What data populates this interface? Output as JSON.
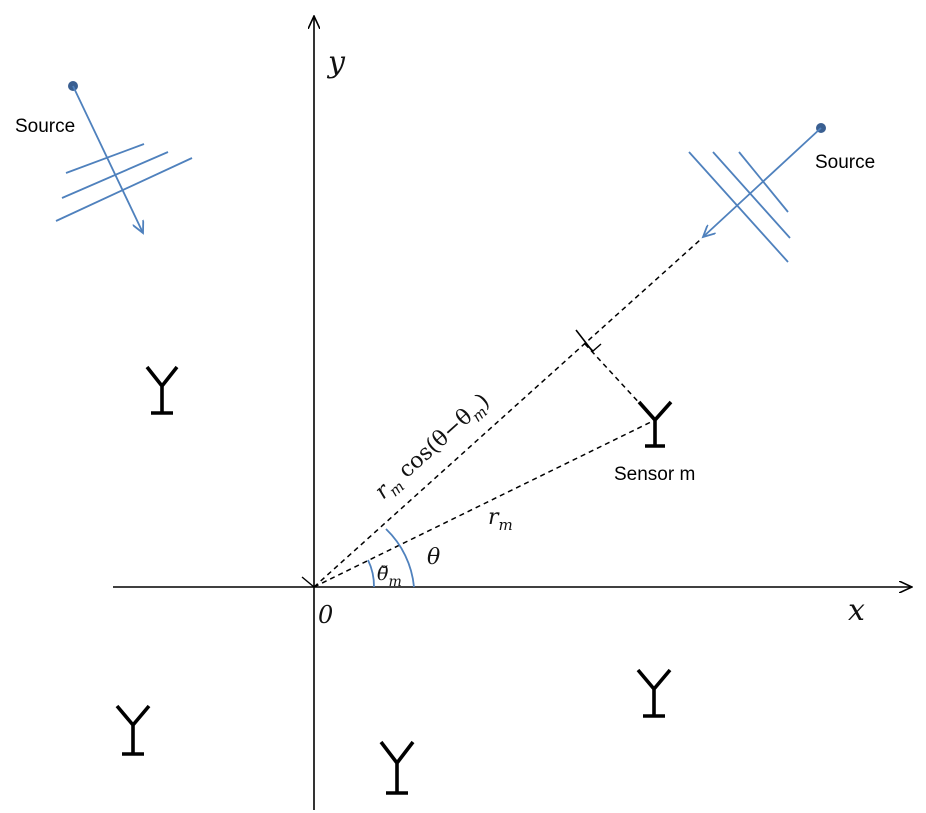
{
  "axes": {
    "x_label": "x",
    "y_label": "y",
    "origin_label": "0"
  },
  "sources": [
    {
      "label": "Source",
      "color": "#4f81bd"
    },
    {
      "label": "Source",
      "color": "#4f81bd"
    }
  ],
  "sensor_label": "Sensor m",
  "math_labels": {
    "projection": "r",
    "projection_sub": "m",
    "projection_fn": " cos(θ−θ",
    "projection_fn_sub": "m",
    "projection_close": ")",
    "distance": "r",
    "distance_sub": "m",
    "theta": "θ",
    "theta_m": "θ̆",
    "theta_m_sub": "m"
  },
  "colors": {
    "source_blue": "#4f81bd",
    "ink": "#000000"
  }
}
